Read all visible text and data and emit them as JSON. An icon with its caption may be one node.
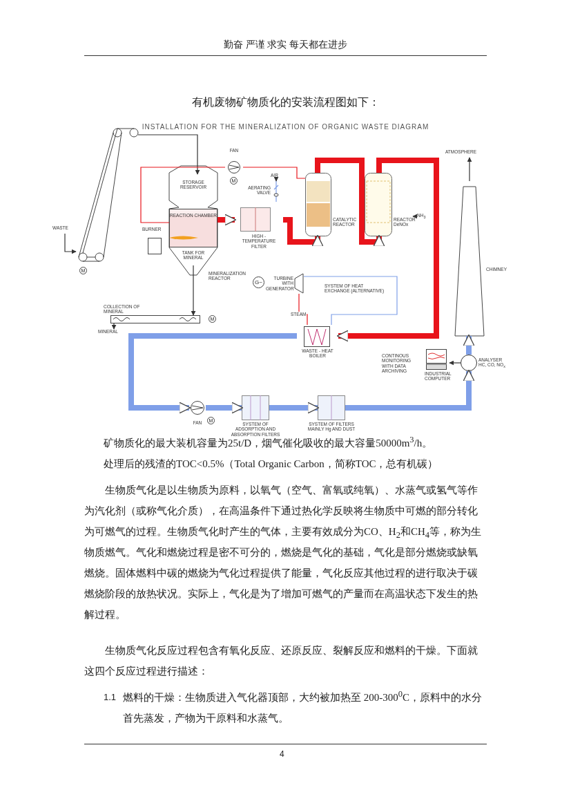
{
  "diagram": {
    "title": "INSTALLATION FOR THE MINERALIZATION OF ORGANIC WASTE DIAGRAM",
    "nodes": [
      {
        "text": [
          "MINERALIZATION REACTOR"
        ]
      },
      {
        "text": [
          "STORAGE RESERVOIR"
        ],
        "in": 0
      },
      {
        "text": [
          "REACTION CHAMBER"
        ],
        "in": 0
      },
      {
        "text": [
          "TANK FOR MINERAL"
        ],
        "in": 0
      },
      {
        "text": [
          "WASTE"
        ]
      },
      {
        "text": [],
        "shape": "belt"
      },
      {
        "text": [
          "BURNER"
        ]
      },
      {
        "text": [
          "FAN"
        ]
      },
      {
        "text": [
          "HIGH - TEMPERATURE FILTER"
        ]
      },
      {
        "text": [
          "AERATING VALVE"
        ]
      },
      {
        "text": [
          "AIR"
        ]
      },
      {
        "text": [
          "CATALYTIC REACTOR"
        ]
      },
      {
        "text": [
          "REACTOR DeNOx"
        ]
      },
      {
        "text": [
          "NH$_{3}$"
        ]
      },
      {
        "text": [
          "CHIMNEY"
        ]
      },
      {
        "text": [
          "ATMOSPHERE"
        ]
      },
      {
        "text": [
          "COLLECTION OF MINERAL"
        ]
      },
      {
        "text": [
          "MINERAL"
        ]
      },
      {
        "text": [
          "WASTE - HEAT BOILER"
        ]
      },
      {
        "text": [
          "TURBINE WITH GENERATOR"
        ]
      },
      {
        "text": [
          "FAN"
        ]
      },
      {
        "text": [
          "SYSTEM OF ADSORPTION AND ABSORPTION FILTERS"
        ]
      },
      {
        "text": [
          "SYSTEM OF FILTERS MAINLY Hg AND DUST"
        ]
      },
      {
        "text": [
          "ANALYSER HC, CO, NO$_{x}$"
        ]
      },
      {
        "text": [
          "INDUSTRIAL COMPUTER"
        ],
        "beside": [
          "CONTINOUS MONITORING WITH DATA ARCHIVING"
        ]
      }
    ],
    "edges": [
      {
        "from": 4,
        "to": 5,
        "arrow": "to"
      },
      {
        "from": 5,
        "to": 1,
        "arrow": "to"
      },
      {
        "from": 2,
        "to": 8,
        "arrow": "to",
        "style": "thick",
        "color": "#e8141b"
      },
      {
        "from": 8,
        "to": 11,
        "arrow": "to",
        "style": "thick",
        "color": "#e8141b"
      },
      {
        "from": 11,
        "to": 12,
        "arrow": "to",
        "style": "thick",
        "color": "#e8141b"
      },
      {
        "from": 12,
        "to": 18,
        "arrow": "to",
        "style": "thick",
        "color": "#e8141b"
      },
      {
        "from": 11,
        "to": 7,
        "arrow": "none",
        "color": "#e8141b"
      },
      {
        "from": 7,
        "to": 2,
        "arrow": "none",
        "color": "#e8141b"
      },
      {
        "from": 10,
        "to": 9,
        "arrow": "to"
      },
      {
        "from": 13,
        "to": 12,
        "arrow": "to"
      },
      {
        "from": 14,
        "to": 15,
        "arrow": "to"
      },
      {
        "from": 3,
        "to": 16,
        "arrow": "to"
      },
      {
        "from": 16,
        "to": 17,
        "arrow": "to"
      },
      {
        "from": 18,
        "to": 19,
        "arrow": "none",
        "label": "STEAM",
        "color": "#e8141b"
      },
      {
        "from": 19,
        "to": 18,
        "arrow": "none",
        "color": "#7f9fe8"
      },
      {
        "from": 18,
        "to": 20,
        "arrow": "to",
        "style": "thick",
        "color": "#7f9fe8"
      },
      {
        "from": 20,
        "to": 21,
        "arrow": "to",
        "style": "thick",
        "color": "#7f9fe8"
      },
      {
        "from": 21,
        "to": 22,
        "arrow": "to",
        "style": "thick",
        "color": "#7f9fe8"
      },
      {
        "from": 22,
        "to": 23,
        "arrow": "to",
        "style": "thick",
        "color": "#7f9fe8"
      },
      {
        "from": 23,
        "to": 14,
        "arrow": "to",
        "style": "thick",
        "color": "#7f9fe8"
      },
      {
        "from": 23,
        "to": 24,
        "arrow": "to"
      }
    ],
    "labels": [
      "勤奋 严谨 求实 每天都在进步",
      "有机废物矿物质化的安装流程图如下：",
      "M",
      "M",
      "G~",
      "SYSTEM OF HEAT EXCHANGE (ALTERNATIVE)",
      "M",
      "M",
      "矿物质化的最大装机容量为25t/D，烟气催化吸收的最大容量50000m$^{3}$/h。",
      "处理后的残渣的TOC<0.5%（Total Organic Carbon，简称TOC，总有机碳）",
      "生物质气化是以生物质为原料，以氧气（空气、富氧或纯氧）、水蒸气或氢气等作为汽化剂（或称气化介质），在高温条件下通过热化学反映将生物质中可燃的部分转化为可燃气的过程。生物质气化时产生的气体，主要有效成分为CO、H$_{2}$和CH$_{4}$等，称为生物质燃气。气化和燃烧过程是密不可分的，燃烧是气化的基础，气化是部分燃烧或缺氧燃烧。固体燃料中碳的燃烧为气化过程提供了能量，气化反应其他过程的进行取决于碳燃烧阶段的放热状况。实际上，气化是为了增加可燃气的产量而在高温状态下发生的热解过程。",
      "生物质气化反应过程包含有氧化反应、还原反应、裂解反应和燃料的干燥。下面就这四个反应过程进行描述：",
      "1.1",
      "燃料的干燥：生物质进入气化器顶部，大约被加热至 200-300$^{0}$C，原料中的水分首先蒸发，产物为干原料和水蒸气。",
      "4"
    ]
  }
}
